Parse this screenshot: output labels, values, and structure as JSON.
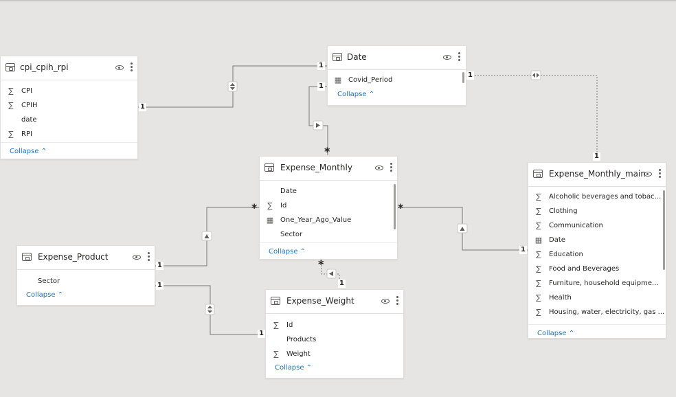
{
  "tables": {
    "cpi": {
      "title": "cpi_cpih_rpi",
      "fields": [
        {
          "icon": "sigma-icon",
          "glyph": "∑",
          "label": "CPI"
        },
        {
          "icon": "sigma-icon",
          "glyph": "∑",
          "label": "CPIH"
        },
        {
          "icon": "",
          "glyph": "",
          "label": "date"
        },
        {
          "icon": "sigma-icon",
          "glyph": "∑",
          "label": "RPI"
        }
      ],
      "collapse": "Collapse"
    },
    "date": {
      "title": "Date",
      "fields": [
        {
          "icon": "calc-table-icon",
          "glyph": "▦",
          "label": "Covid_Period"
        }
      ],
      "collapse": "Collapse"
    },
    "monthly": {
      "title": "Expense_Monthly",
      "fields": [
        {
          "icon": "",
          "glyph": "",
          "label": "Date"
        },
        {
          "icon": "sigma-icon",
          "glyph": "∑",
          "label": "Id"
        },
        {
          "icon": "calc-table-icon",
          "glyph": "▦",
          "label": "One_Year_Ago_Value"
        },
        {
          "icon": "",
          "glyph": "",
          "label": "Sector"
        }
      ],
      "collapse": "Collapse"
    },
    "product": {
      "title": "Expense_Product",
      "fields": [
        {
          "icon": "",
          "glyph": "",
          "label": "Sector"
        }
      ],
      "collapse": "Collapse"
    },
    "weight": {
      "title": "Expense_Weight",
      "fields": [
        {
          "icon": "sigma-icon",
          "glyph": "∑",
          "label": "Id"
        },
        {
          "icon": "",
          "glyph": "",
          "label": "Products"
        },
        {
          "icon": "sigma-icon",
          "glyph": "∑",
          "label": "Weight"
        }
      ],
      "collapse": "Collapse"
    },
    "main": {
      "title": "Expense_Monthly_main",
      "fields": [
        {
          "icon": "sigma-icon",
          "glyph": "∑",
          "label": "Alcoholic beverages and tobac..."
        },
        {
          "icon": "sigma-icon",
          "glyph": "∑",
          "label": "Clothing"
        },
        {
          "icon": "sigma-icon",
          "glyph": "∑",
          "label": "Communication"
        },
        {
          "icon": "calendar-icon",
          "glyph": "▦",
          "label": "Date"
        },
        {
          "icon": "sigma-icon",
          "glyph": "∑",
          "label": "Education"
        },
        {
          "icon": "sigma-icon",
          "glyph": "∑",
          "label": "Food and Beverages"
        },
        {
          "icon": "sigma-icon",
          "glyph": "∑",
          "label": "Furniture, household equipme..."
        },
        {
          "icon": "sigma-icon",
          "glyph": "∑",
          "label": "Health"
        },
        {
          "icon": "sigma-icon",
          "glyph": "∑",
          "label": "Housing, water, electricity, gas ..."
        }
      ],
      "collapse": "Collapse"
    }
  },
  "cardinality": {
    "one": "1",
    "many": "*"
  },
  "colors": {
    "canvas": "#e6e5e4",
    "line": "#7a7875",
    "link": "#1a73c8"
  }
}
